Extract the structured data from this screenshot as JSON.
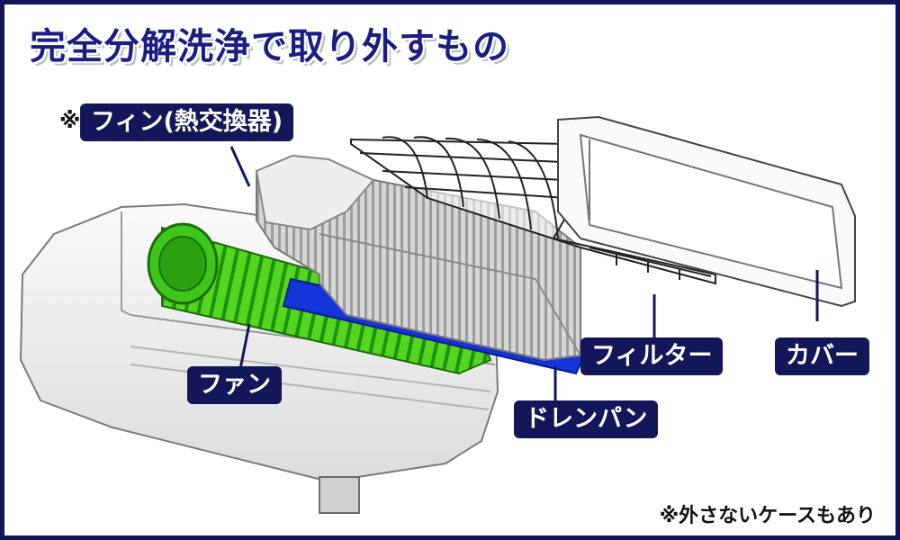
{
  "title": "完全分解洗浄で取り外すもの",
  "labels": {
    "fin_mark": "※",
    "fin": "フィン(熱交換器)",
    "fan": "ファン",
    "filter": "フィルター",
    "cover": "カバー",
    "drain_pan": "ドレンパン"
  },
  "note": "※外さないケースもあり",
  "colors": {
    "frame": "#14165a",
    "title": "#1b1d82",
    "label_bg": "#14165a",
    "fan": "#3fc61a",
    "drain_pan": "#1433d8",
    "body": "#f2f2f2"
  }
}
